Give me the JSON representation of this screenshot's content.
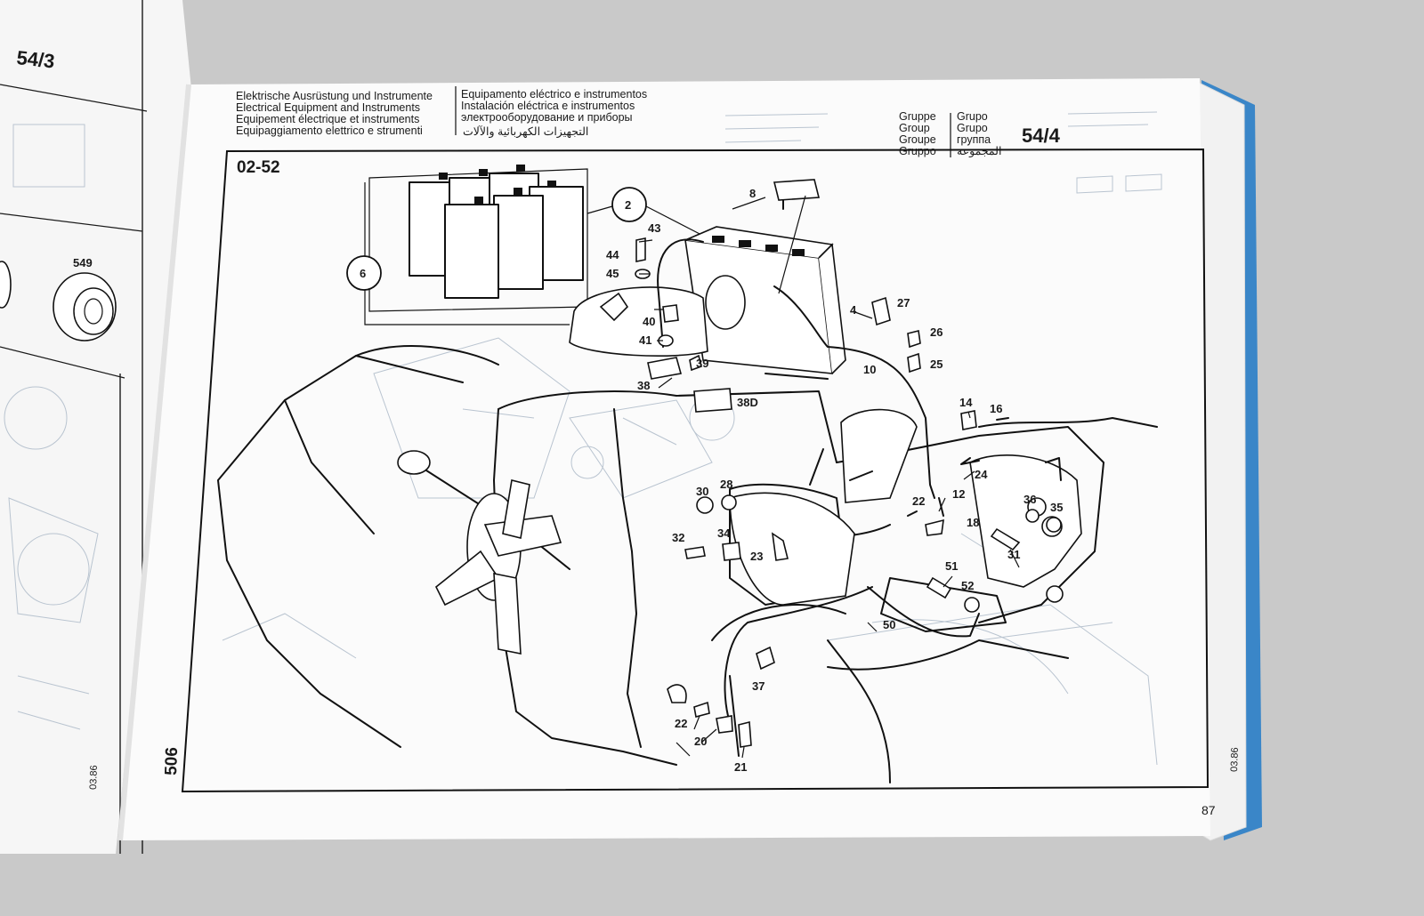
{
  "colors": {
    "background": "#c9c9c9",
    "paper": "#fbfbfb",
    "book_edge_blue": "#3a86c8",
    "ink": "#1a1a1a"
  },
  "left_page": {
    "group_code": "54/3",
    "callout": "549",
    "side_date": "03.86"
  },
  "right_page": {
    "header": {
      "col1": [
        "Elektrische Ausrüstung und Instrumente",
        "Electrical Equipment and Instruments",
        "Equipement électrique et instruments",
        "Equipaggiamento elettrico e strumenti"
      ],
      "col2": [
        "Equipamento eléctrico e instrumentos",
        "Instalación eléctrica e instrumentos",
        "электрооборудование и приборы",
        "التجهيزات الكهربائية والآلات"
      ],
      "group_left": [
        "Gruppe",
        "Group",
        "Groupe",
        "Gruppo"
      ],
      "group_right": [
        "Grupo",
        "Grupo",
        "группа",
        "المجموعة"
      ],
      "group_code": "54/4"
    },
    "diagram_code": "02-52",
    "side_code": "506",
    "side_date": "03.86",
    "page_number": "87",
    "callouts": [
      "2",
      "6",
      "8",
      "43",
      "44",
      "45",
      "40",
      "41",
      "39",
      "38",
      "38D",
      "4",
      "27",
      "26",
      "25",
      "10",
      "14",
      "16",
      "24",
      "12",
      "22",
      "18",
      "36",
      "35",
      "31",
      "30",
      "28",
      "32",
      "34",
      "23",
      "51",
      "52",
      "50",
      "37",
      "22",
      "20",
      "21"
    ]
  }
}
